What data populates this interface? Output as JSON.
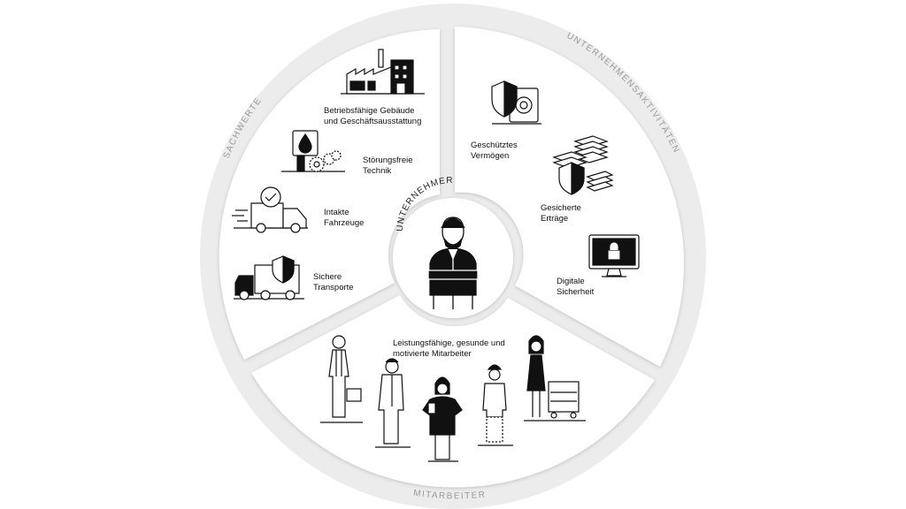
{
  "center": {
    "label": "UNTERNEHMER"
  },
  "rings": {
    "sachwerte": "SACHWERTE",
    "unternehmensaktivitaeten": "UNTERNEHMENSAKTIVITÄTEN",
    "mitarbeiter": "MITARBEITER"
  },
  "sachwerte": {
    "items": [
      {
        "label": "Betriebsfähige Gebäude\nund Geschäftsausstattung",
        "icon": "factory-icon"
      },
      {
        "label": "Störungsfreie\nTechnik",
        "icon": "gears-oil-icon"
      },
      {
        "label": "Intakte\nFahrzeuge",
        "icon": "van-check-icon"
      },
      {
        "label": "Sichere\nTransporte",
        "icon": "truck-shield-icon"
      }
    ]
  },
  "unternehmensaktivitaeten": {
    "items": [
      {
        "label": "Geschütztes\nVermögen",
        "icon": "safe-shield-icon"
      },
      {
        "label": "Gesicherte\nErträge",
        "icon": "money-shield-icon"
      },
      {
        "label": "Digitale\nSicherheit",
        "icon": "monitor-lock-icon"
      }
    ]
  },
  "mitarbeiter": {
    "label": "Leistungsfähige, gesunde und\nmotivierte Mitarbeiter",
    "figures": [
      "craftsman-figure",
      "doctor-figure",
      "businesswoman-figure",
      "cook-figure",
      "saleswoman-figure"
    ]
  },
  "colors": {
    "ring": "#ebebeb",
    "segment": "#ffffff",
    "ink": "#111111",
    "ring_text": "#9a9a9a"
  }
}
